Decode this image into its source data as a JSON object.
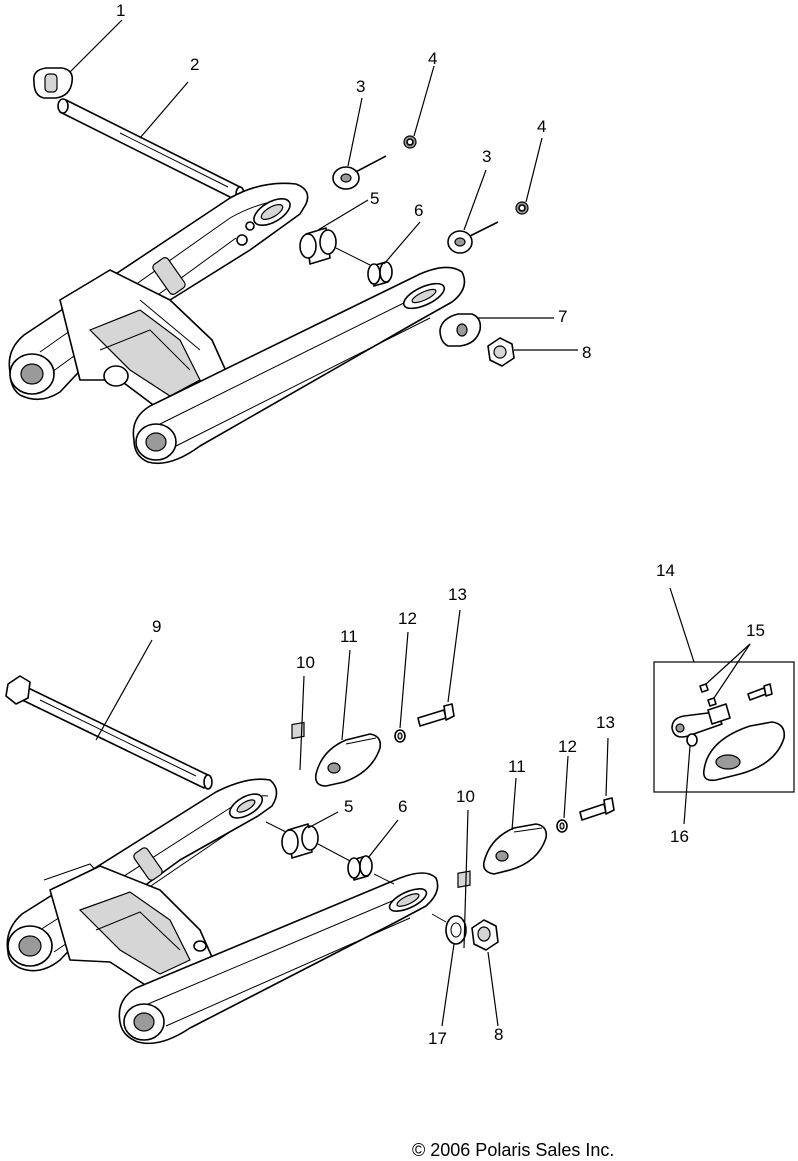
{
  "callouts": {
    "c1": "1",
    "c2": "2",
    "c3a": "3",
    "c3b": "3",
    "c4a": "4",
    "c4b": "4",
    "c5a": "5",
    "c6a": "6",
    "c7": "7",
    "c8a": "8",
    "c9": "9",
    "c10a": "10",
    "c10b": "10",
    "c11a": "11",
    "c11b": "11",
    "c12a": "12",
    "c12b": "12",
    "c13a": "13",
    "c13b": "13",
    "c14": "14",
    "c15": "15",
    "c16": "16",
    "c5b": "5",
    "c6b": "6",
    "c17": "17",
    "c8b": "8"
  },
  "copyright": "© 2006 Polaris Sales Inc."
}
